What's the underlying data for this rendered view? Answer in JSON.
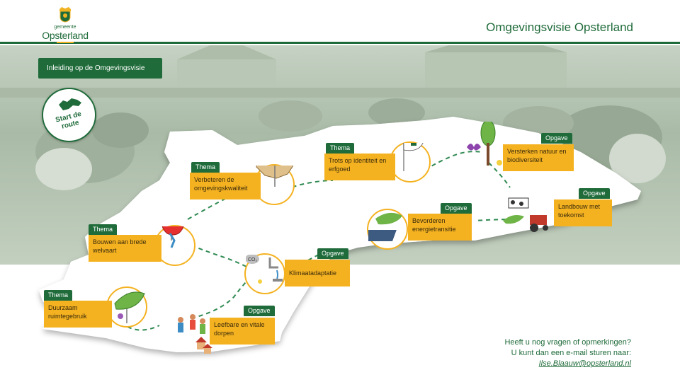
{
  "header": {
    "logo_small": "gemeente",
    "logo_name": "Opsterland",
    "title": "Omgevingsvisie Opsterland"
  },
  "intro_button": "Inleiding op de Omgevingsvisie",
  "start": {
    "label_line1": "Start de",
    "label_line2": "route"
  },
  "stops": [
    {
      "tag": "Thema",
      "title": "Duurzaam ruimtegebruik"
    },
    {
      "tag": "Opgave",
      "title": "Leefbare en vitale dorpen"
    },
    {
      "tag": "Thema",
      "title": "Bouwen aan brede welvaart"
    },
    {
      "tag": "Opgave",
      "title": "Klimaatadaptatie"
    },
    {
      "tag": "Opgave",
      "title": "Bevorderen energietransitie"
    },
    {
      "tag": "Opgave",
      "title": "Landbouw met toekomst"
    },
    {
      "tag": "Opgave",
      "title": "Versterken natuur en biodiversiteit"
    },
    {
      "tag": "Thema",
      "title": "Trots op identiteit en erfgoed"
    },
    {
      "tag": "Thema",
      "title": "Verbeteren de omgevingskwaliteit"
    }
  ],
  "icon_texts": {
    "co2": "CO₂"
  },
  "contact": {
    "line1": "Heeft u nog vragen of opmerkingen?",
    "line2": "U kunt dan een e-mail sturen naar:",
    "email": "Ilse.Blaauw@opsterland.nl"
  },
  "colors": {
    "green": "#1f6b3a",
    "yellow": "#f4b221"
  }
}
